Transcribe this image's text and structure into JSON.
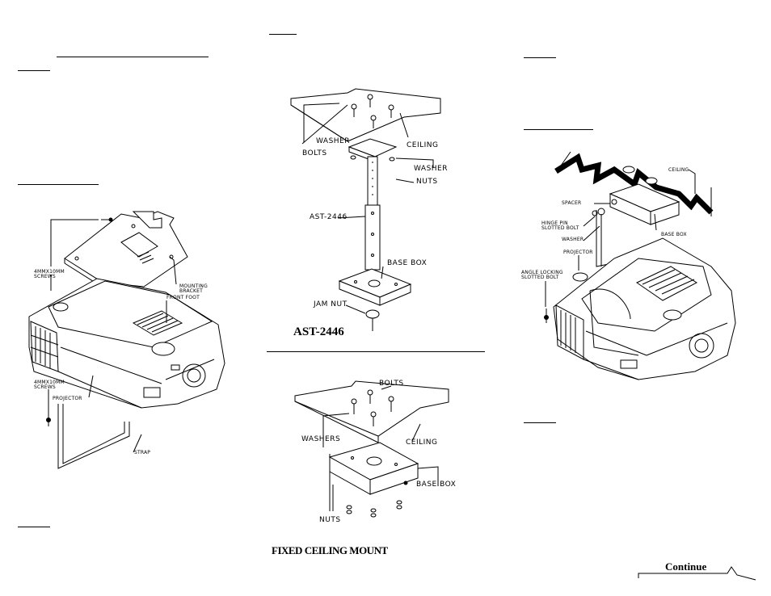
{
  "left_panel": {
    "labels": {
      "screws_top": "4MMX10MM\nSCREWS",
      "mounting_bracket": "MOUNTING\nBRACKET",
      "front_foot": "FRONT FOOT",
      "screws_bottom": "4MMX10MM\nSCREWS",
      "projector": "PROJECTOR",
      "strap": "STRAP"
    }
  },
  "center_top": {
    "labels": {
      "washer_left": "WASHER",
      "bolts": "BOLTS",
      "ceiling": "CEILING",
      "washer_right": "WASHER",
      "nuts": "NUTS",
      "pole": "AST-2446",
      "base_box": "BASE BOX",
      "jam_nut": "JAM NUT"
    },
    "model_title": "AST-2446"
  },
  "center_bottom": {
    "labels": {
      "bolts": "BOLTS",
      "washers": "WASHERS",
      "ceiling": "CEILING",
      "base_box": "BASE BOX",
      "nuts": "NUTS"
    },
    "title": "FIXED CEILING MOUNT"
  },
  "right_panel": {
    "labels": {
      "ceiling": "CEILING",
      "spacer": "SPACER",
      "hinge_pin": "HINGE PIN\nSLOTTED BOLT",
      "base_box": "BASE BOX",
      "washer": "WASHER",
      "projector": "PROJECTOR",
      "angle_locking": "ANGLE LOCKING\nSLOTTED BOLT"
    }
  },
  "continue_label": "Continue"
}
